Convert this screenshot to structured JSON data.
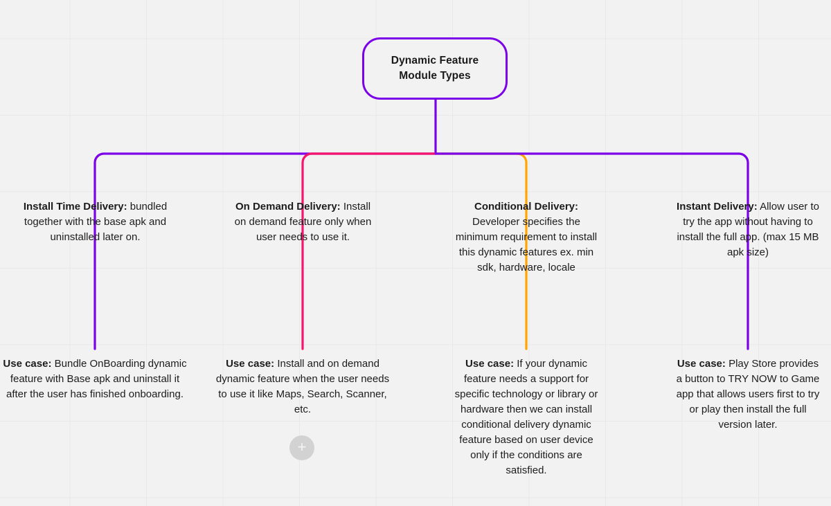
{
  "diagram": {
    "title": "Dynamic Feature Module Types",
    "canvas": {
      "background_color": "#f2f2f2",
      "grid_color": "#e8e8e8"
    },
    "root": {
      "label": "Dynamic Feature\nModule Types",
      "line1": "Dynamic Feature",
      "line2": "Module Types",
      "border_color": "#7B02E8"
    },
    "branches": [
      {
        "id": "install-time-delivery",
        "heading": "Install Time Delivery:",
        "description": "bundled together with the base apk and uninstalled later on.",
        "usecase_label": "Use case:",
        "usecase_text": "Bundle OnBoarding dynamic feature with Base apk and uninstall it after the user has finished onboarding.",
        "color": "#7B02E8"
      },
      {
        "id": "on-demand-delivery",
        "heading": "On Demand Delivery:",
        "description": "Install on demand feature only when user needs to use it.",
        "usecase_label": "Use case:",
        "usecase_text": "Install and on demand dynamic feature when the user needs to use it like Maps, Search, Scanner, etc.",
        "color": "#F5156C"
      },
      {
        "id": "conditional-delivery",
        "heading": "Conditional Delivery:",
        "description": "Developer specifies the minimum requirement to install this dynamic features ex. min sdk, hardware, locale",
        "usecase_label": "Use case:",
        "usecase_text": "If your dynamic feature needs a support for specific technology or library  or hardware then we can install conditional delivery dynamic feature based on user device only if the conditions are satisfied.",
        "color": "#FFA400"
      },
      {
        "id": "instant-delivery",
        "heading": "Instant Delivery:",
        "description": "Allow user to try the app without having to install the full app. (max 15 MB apk size)",
        "usecase_label": "Use case:",
        "usecase_text": "Play Store provides a button to TRY NOW to Game app that allows users first to try or play then install the full version later.",
        "color": "#7B02E8"
      }
    ],
    "add_button": {
      "icon": "plus-icon",
      "label": "+"
    }
  }
}
